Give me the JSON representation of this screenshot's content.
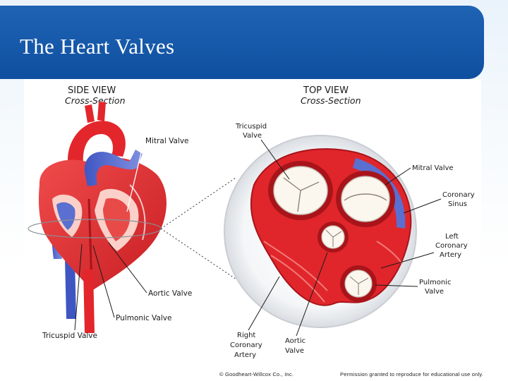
{
  "slide": {
    "title": "The Heart Valves",
    "footer_left": "© Goodheart-Willcox Co., Inc.",
    "footer_right": "Permission granted to reproduce for educational use only."
  },
  "figure": {
    "side_view": {
      "heading": "SIDE VIEW",
      "subheading": "Cross-Section",
      "labels": {
        "mitral": "Mitral Valve",
        "aortic": "Aortic Valve",
        "pulmonic": "Pulmonic Valve",
        "tricuspid": "Tricuspid Valve"
      }
    },
    "top_view": {
      "heading": "TOP VIEW",
      "subheading": "Cross-Section",
      "labels": {
        "tricuspid_1": "Tricuspid",
        "tricuspid_2": "Valve",
        "mitral": "Mitral Valve",
        "coronary_sinus_1": "Coronary",
        "coronary_sinus_2": "Sinus",
        "left_coronary_1": "Left",
        "left_coronary_2": "Coronary",
        "left_coronary_3": "Artery",
        "pulmonic_1": "Pulmonic",
        "pulmonic_2": "Valve",
        "right_coronary_1": "Right",
        "right_coronary_2": "Coronary",
        "right_coronary_3": "Artery",
        "aortic_1": "Aortic",
        "aortic_2": "Valve"
      }
    }
  },
  "colors": {
    "title_bar": "#1a5cae",
    "heart_red": "#e0262b",
    "heart_dark_red": "#a8141a",
    "vein_blue": "#5a6fd0",
    "valve_cream": "#fbf6ee"
  }
}
